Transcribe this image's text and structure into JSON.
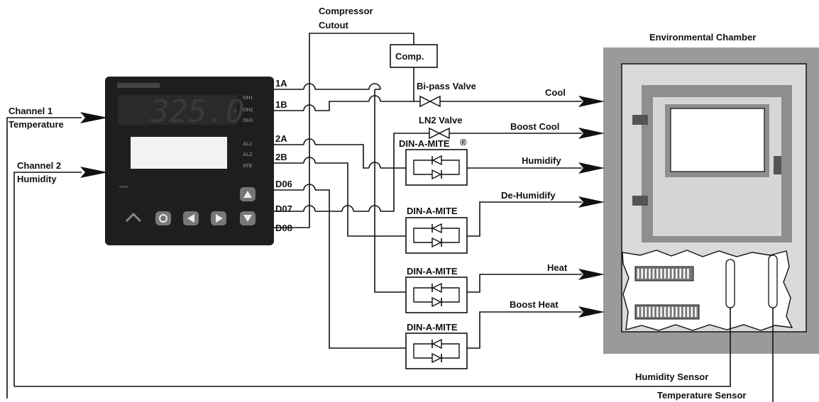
{
  "inputs": {
    "channel1": "Channel 1",
    "channel1_sub": "Temperature",
    "channel2": "Channel 2",
    "channel2_sub": "Humidity"
  },
  "controller": {
    "display_value": "325.0",
    "indicators": [
      "OH1",
      "OH2",
      "OH3",
      "AL1",
      "AL2",
      "ATE"
    ]
  },
  "terminals": [
    "1A",
    "1B",
    "2A",
    "2B",
    "D06",
    "D07",
    "D08"
  ],
  "top": {
    "compressor_cutout_line1": "Compressor",
    "compressor_cutout_line2": "Cutout",
    "comp": "Comp."
  },
  "valves": {
    "bipass": "Bi-pass Valve",
    "ln2": "LN2 Valve"
  },
  "relays": {
    "first": "DIN-A-MITE",
    "registered": "®",
    "others": [
      "DIN-A-MITE",
      "DIN-A-MITE",
      "DIN-A-MITE"
    ]
  },
  "outputs": {
    "cool": "Cool",
    "boost_cool": "Boost Cool",
    "humidify": "Humidify",
    "dehumidify": "De-Humidify",
    "heat": "Heat",
    "boost_heat": "Boost Heat"
  },
  "chamber": {
    "title": "Environmental Chamber"
  },
  "sensors": {
    "humidity": "Humidity Sensor",
    "temperature": "Temperature Sensor"
  },
  "colors": {
    "chamber_outer": "#9a9a9a",
    "chamber_inner": "#dcdcdc",
    "controller": "#1e1e1e"
  }
}
